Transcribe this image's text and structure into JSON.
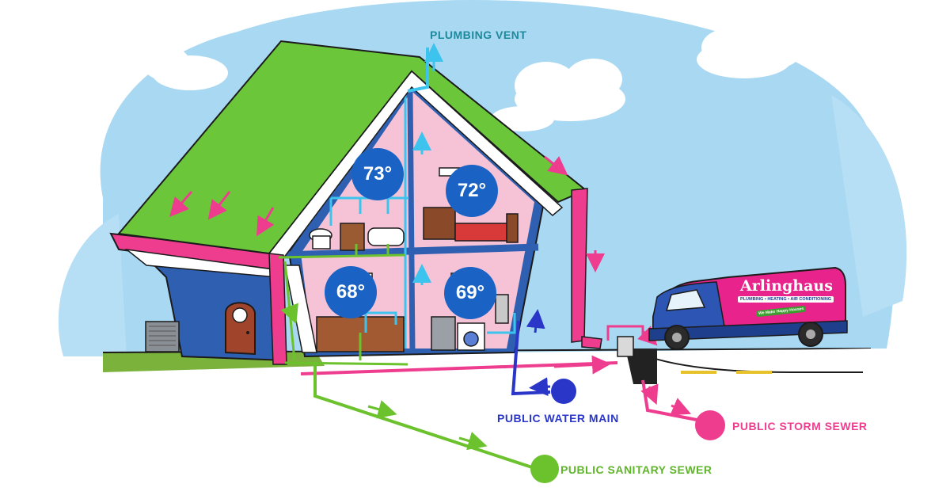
{
  "labels": {
    "plumbing_vent": "PLUMBING VENT",
    "water_main": "PUBLIC WATER MAIN",
    "storm_sewer": "PUBLIC STORM SEWER",
    "sanitary_sewer": "PUBLIC SANITARY SEWER"
  },
  "rooms": {
    "bathroom_temp": "73°",
    "bedroom_temp": "72°",
    "kitchen_temp": "68°",
    "laundry_temp": "69°"
  },
  "van": {
    "brand": "Arlinghaus",
    "tagline": "PLUMBING • HEATING • AIR CONDITIONING",
    "slogan": "We Make Happy Houses"
  },
  "colors": {
    "sky": "#a9d8f2",
    "roof": "#6cc63a",
    "wall_pink": "#f6c3d6",
    "siding_blue": "#2e5fb0",
    "fresh_water": "#3cc4ee",
    "sanitary": "#6cc22d",
    "storm": "#ee3d8f",
    "water_main": "#2a36c8",
    "thermostat": "#1a63c4"
  }
}
